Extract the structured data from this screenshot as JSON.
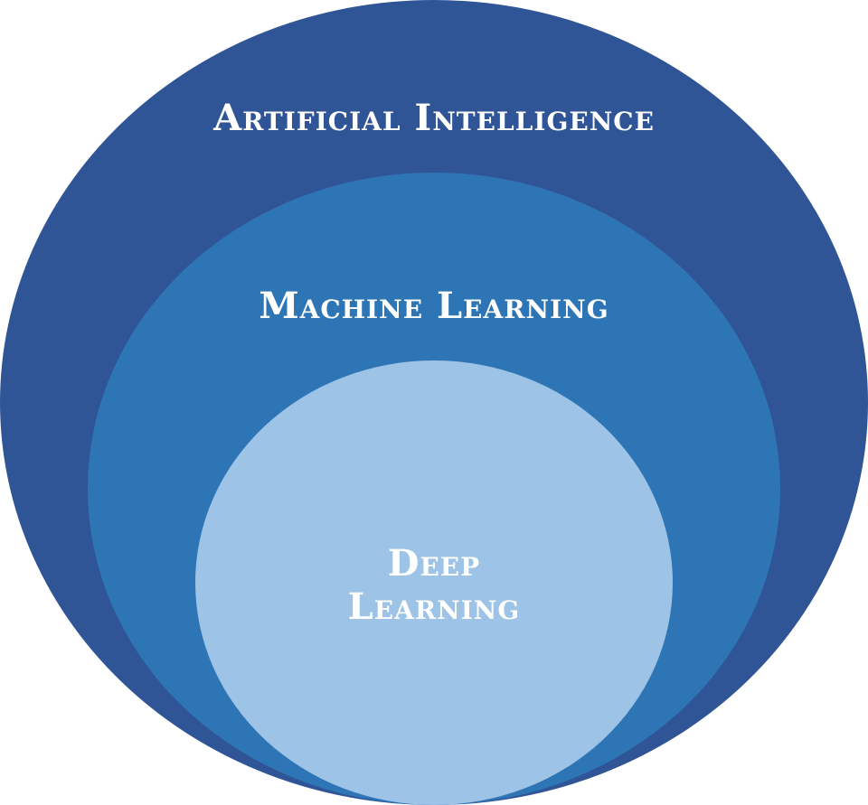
{
  "diagram": {
    "outer": {
      "label": "Artificial Intelligence",
      "color": "#2f5597"
    },
    "middle": {
      "label": "Machine Learning",
      "color": "#2e75b6"
    },
    "inner": {
      "label_line1": "Deep",
      "label_line2": "Learning",
      "color": "#9dc3e6"
    }
  }
}
